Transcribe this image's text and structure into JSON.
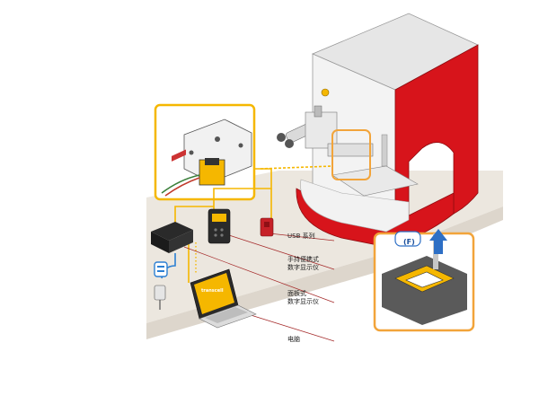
{
  "labels": {
    "usb": "USB 系列",
    "handheld_line1": "手持便携式",
    "handheld_line2": "数字显示仪",
    "panel_line1": "面板式",
    "panel_line2": "数字显示仪",
    "computer": "电脑",
    "force": "(F)",
    "screen_brand": "transcell"
  },
  "colors": {
    "machine_red": "#d7141b",
    "highlight_yellow": "#f5b700",
    "callout_orange": "#f2a43a",
    "cable_gray": "#7a7a7a",
    "cable_blue": "#2b7fd3",
    "leader_red": "#a52a2a",
    "bench": "#ece7df",
    "force_blue": "#2d6fc5"
  }
}
